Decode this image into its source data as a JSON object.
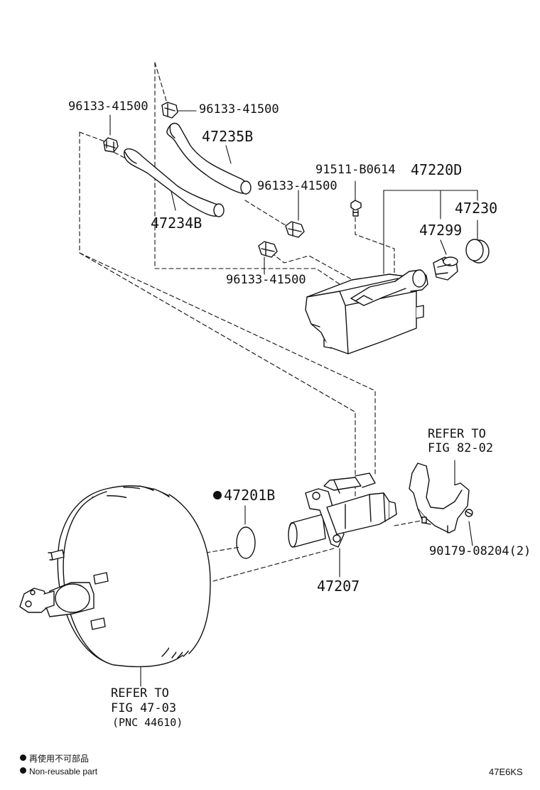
{
  "labels": {
    "clip_top_left": "96133-41500",
    "clip_top_right": "96133-41500",
    "hose_upper": "47235B",
    "hose_lower": "47234B",
    "bolt": "91511-B0614",
    "reservoir_sub_assy": "47220D",
    "clip_mid": "96133-41500",
    "cap": "47230",
    "strainer": "47299",
    "clip_lower": "96133-41500",
    "master_cylinder": "47207",
    "gasket": "47201B",
    "bracket_ref_line1": "REFER TO",
    "bracket_ref_line2": "FIG 82-02",
    "bracket_bolt": "90179-08204(2)",
    "booster_ref_line1": "REFER TO",
    "booster_ref_line2": "FIG 47-03",
    "booster_ref_line3": "(PNC 44610)"
  },
  "legend": {
    "chinese": "再使用不可部品",
    "english": "Non-reusable part"
  },
  "figure_code": "47E6KS"
}
